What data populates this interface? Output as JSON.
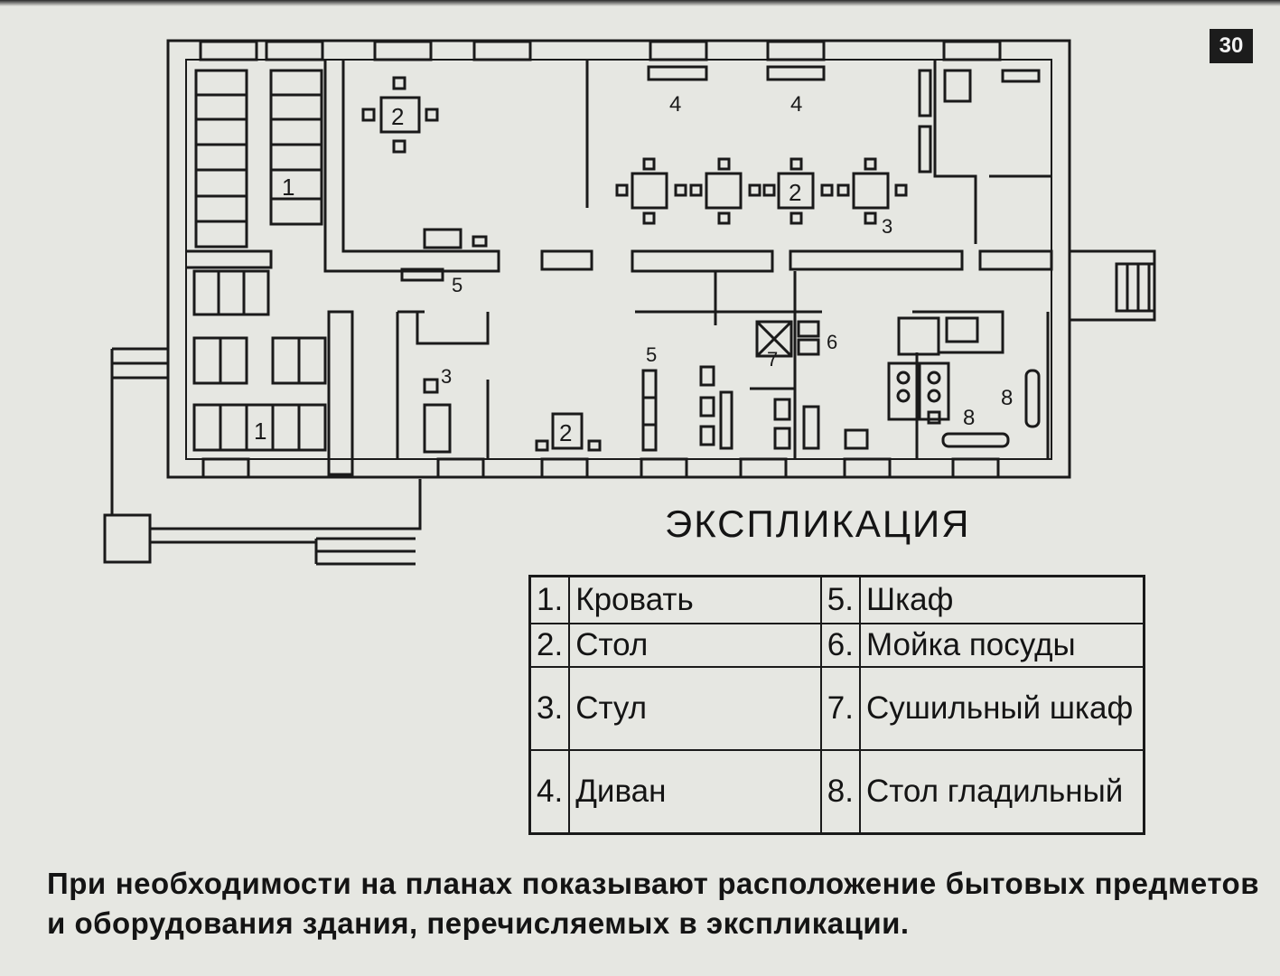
{
  "page_number": "30",
  "plan_labels": {
    "bed": "1",
    "table": "2",
    "chair": "3",
    "sofa": "4",
    "wardrobe": "5",
    "sink": "6",
    "dryer": "7",
    "ironing": "8"
  },
  "explication_title": "ЭКСПЛИКАЦИЯ",
  "legend": {
    "rows": [
      {
        "n1": "1.",
        "l1": "Кровать",
        "n2": "5.",
        "l2": "Шкаф"
      },
      {
        "n1": "2.",
        "l1": "Стол",
        "n2": "6.",
        "l2": "Мойка посуды"
      },
      {
        "n1": "3.",
        "l1": "Стул",
        "n2": "7.",
        "l2": "Сушильный шкаф"
      },
      {
        "n1": "4.",
        "l1": "Диван",
        "n2": "8.",
        "l2": "Стол гладильный"
      }
    ]
  },
  "caption": "При необходимости на планах показывают расположение бытовых предметов и оборудования здания, перечисляемых в экспликации."
}
